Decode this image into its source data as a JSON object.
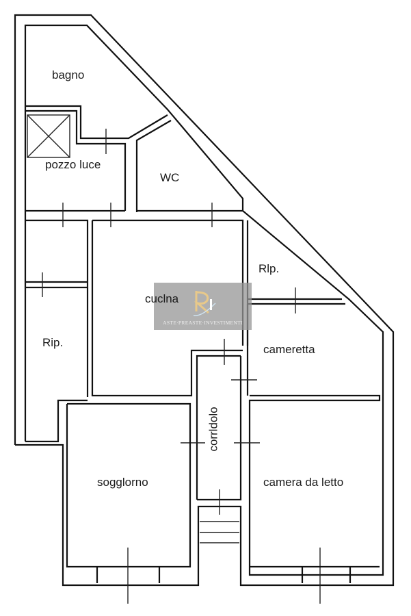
{
  "rooms": {
    "bagno": "bagno",
    "pozzo_luce": "pozzo luce",
    "wc": "WC",
    "cucina": "cuclna",
    "rip_right": "Rlp.",
    "rip_left": "Rip.",
    "cameretta": "cameretta",
    "corridoio": "corrldolo",
    "soggiorno": "sogglorno",
    "camera_da_letto": "camera da letto"
  },
  "watermark": {
    "text": "ASTE·PREASTE·INVESTIMENTI",
    "logo": "RI"
  },
  "colors": {
    "wall": "#111111",
    "watermark_bg": "#969696",
    "logo": "#e8c98a"
  }
}
